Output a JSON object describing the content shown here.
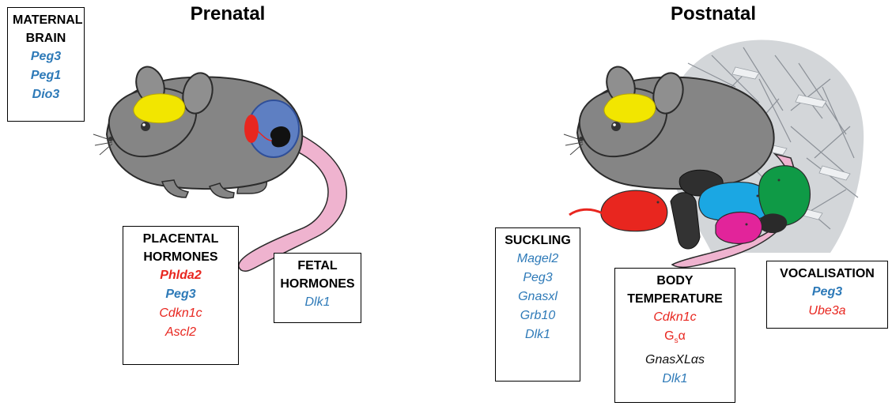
{
  "headings": {
    "prenatal": "Prenatal",
    "postnatal": "Postnatal"
  },
  "boxes": {
    "maternal_brain": {
      "title": "MATERNAL BRAIN",
      "genes": [
        {
          "text": "Peg3",
          "color": "#2e7ab8",
          "bold": true
        },
        {
          "text": "Peg1",
          "color": "#2e7ab8",
          "bold": true
        },
        {
          "text": "Dio3",
          "color": "#2e7ab8",
          "bold": true
        }
      ]
    },
    "placental_hormones": {
      "title": "PLACENTAL HORMONES",
      "genes": [
        {
          "text": "Phlda2",
          "color": "#e8261f",
          "bold": true
        },
        {
          "text": "Peg3",
          "color": "#2e7ab8",
          "bold": true
        },
        {
          "text": "Cdkn1c",
          "color": "#e8261f",
          "bold": false
        },
        {
          "text": "Ascl2",
          "color": "#e8261f",
          "bold": false
        }
      ]
    },
    "fetal_hormones": {
      "title": "FETAL HORMONES",
      "genes": [
        {
          "text": "Dlk1",
          "color": "#2e7ab8",
          "bold": false
        }
      ]
    },
    "suckling": {
      "title": "SUCKLING",
      "genes": [
        {
          "text": "Magel2",
          "color": "#2e7ab8",
          "bold": false
        },
        {
          "text": "Peg3",
          "color": "#2e7ab8",
          "bold": false
        },
        {
          "text": "Gnasxl",
          "color": "#2e7ab8",
          "bold": false
        },
        {
          "text": "Grb10",
          "color": "#2e7ab8",
          "bold": false
        },
        {
          "text": "Dlk1",
          "color": "#2e7ab8",
          "bold": false
        }
      ]
    },
    "body_temperature": {
      "title": "BODY TEMPERATURE",
      "genes": [
        {
          "text": "Cdkn1c",
          "color": "#e8261f",
          "bold": false
        },
        {
          "text": "G",
          "sub": "s",
          "suffix": "α",
          "color": "#e8261f",
          "bold": false,
          "italic": false
        },
        {
          "text": "GnasXLαs",
          "color": "#111111",
          "bold": false
        },
        {
          "text": "Dlk1",
          "color": "#2e7ab8",
          "bold": false
        }
      ]
    },
    "vocalisation": {
      "title": "VOCALISATION",
      "genes": [
        {
          "text": "Peg3",
          "color": "#2e7ab8",
          "bold": true
        },
        {
          "text": "Ube3a",
          "color": "#e8261f",
          "bold": false
        }
      ]
    }
  },
  "colors": {
    "mouse_body": "#858585",
    "mouse_outline": "#2b2b2b",
    "brain": "#f2e600",
    "tail": "#efb3cf",
    "uterus": "#5e7fc2",
    "placenta": "#e8261f",
    "pups": [
      "#e8261f",
      "#333333",
      "#1ba7e3",
      "#e2249a",
      "#0f9a46",
      "#2a2a2a"
    ],
    "nest": "#c9ccd0"
  },
  "icons": [
    "mother-mouse-prenatal",
    "mother-mouse-postnatal",
    "nest-shredded-paper",
    "pup-icons",
    "embryo-in-uterus"
  ]
}
